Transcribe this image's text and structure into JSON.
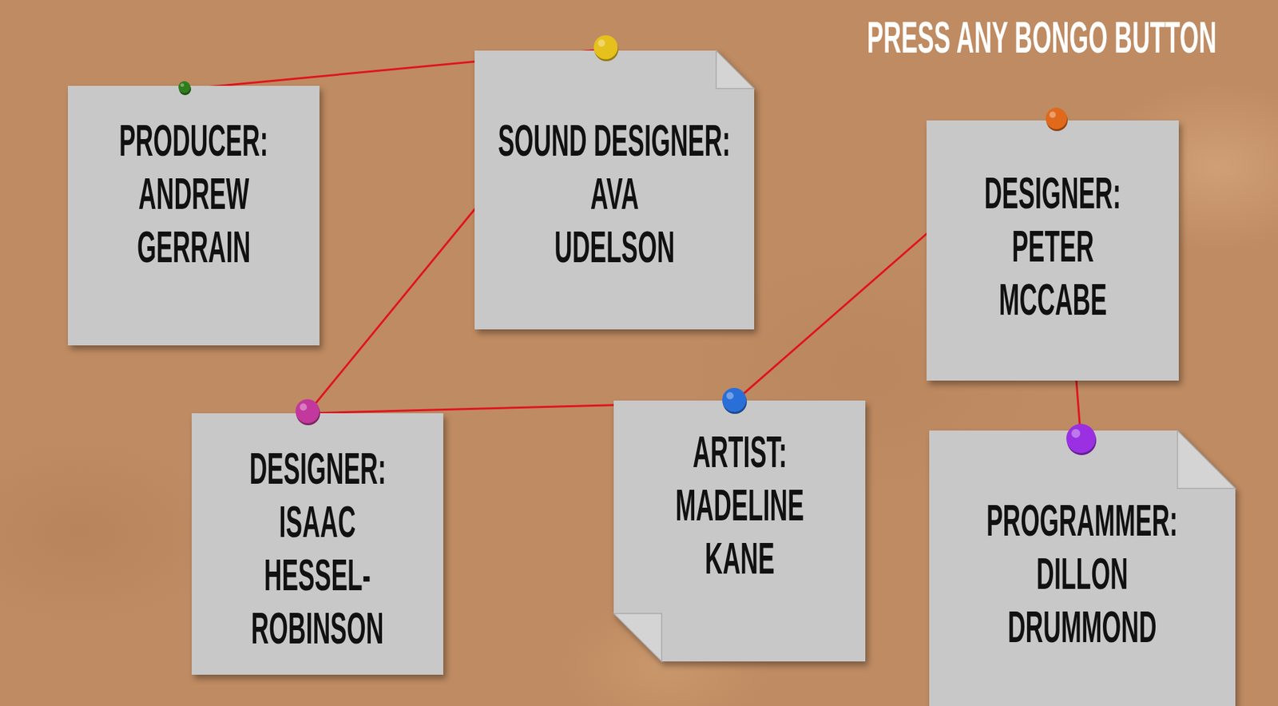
{
  "diagram": {
    "nodes": [
      {
        "text": [
          "PRODUCER:",
          "ANDREW GERRAIN"
        ]
      },
      {
        "text": [
          "SOUND DESIGNER:",
          "AVA UDELSON"
        ]
      },
      {
        "text": [
          "DESIGNER:",
          "PETER MCCABE"
        ]
      },
      {
        "text": [
          "DESIGNER:",
          "ISAAC HESSEL- ROBINSON"
        ]
      },
      {
        "text": [
          "ARTIST:",
          "MADELINE KANE"
        ]
      },
      {
        "text": [
          "PROGRAMMER:",
          "DILLON DRUMMOND"
        ]
      }
    ],
    "edges": [
      {
        "from": 0,
        "to": 1,
        "arrow": "none"
      },
      {
        "from": 1,
        "to": 3,
        "arrow": "none"
      },
      {
        "from": 3,
        "to": 4,
        "arrow": "none"
      },
      {
        "from": 4,
        "to": 2,
        "arrow": "none"
      },
      {
        "from": 2,
        "to": 5,
        "arrow": "none"
      }
    ],
    "labels": [
      "PRESS ANY BONGO BUTTON"
    ]
  }
}
